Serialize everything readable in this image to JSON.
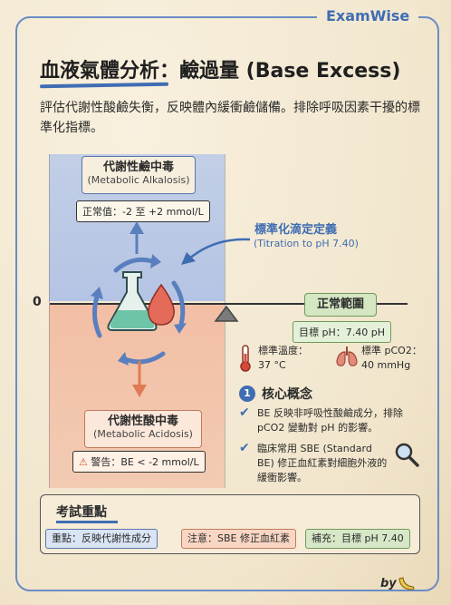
{
  "brand": "ExamWise",
  "title": "血液氣體分析：鹼過量 (Base Excess)",
  "intro": "評估代謝性酸鹼失衡，反映體內緩衝鹼儲備。排除呼吸因素干擾的標準化指標。",
  "axis_zero": "0",
  "alkalosis": {
    "title": "代謝性鹼中毒",
    "subtitle": "(Metabolic Alkalosis)",
    "normal_value": "正常值：-2 至 +2 mmol/L"
  },
  "titration": {
    "title": "標準化滴定定義",
    "subtitle": "(Titration to pH 7.40)"
  },
  "normal_range": {
    "label": "正常範圍",
    "target": "目標 pH：7.40 pH",
    "temp_label": "標準溫度：",
    "temp_value": "37 °C",
    "pco2_label": "標準 pCO2：",
    "pco2_value": "40 mmHg"
  },
  "core": {
    "number": "1",
    "title": "核心概念",
    "item1": "BE 反映非呼吸性酸鹼成分，排除 pCO2 變動對 pH 的影響。",
    "item2": "臨床常用 SBE (Standard BE) 修正血紅素對細胞外液的緩衝影響。"
  },
  "acidosis": {
    "title": "代謝性酸中毒",
    "subtitle": "(Metabolic Acidosis)",
    "warning": "警告：BE < -2 mmol/L"
  },
  "exam": {
    "title": "考試重點",
    "chip1": "重點：反映代謝性成分",
    "chip2": "注意：SBE 修正血紅素",
    "chip3": "補充：目標 pH 7.40"
  },
  "byline": "by",
  "colors": {
    "accent": "#3f6db2",
    "alkalosis_zone": "#a9bde6",
    "acidosis_zone": "#f1b79c",
    "normal_green": "#d4e6c2"
  },
  "icons": [
    "beaker-icon",
    "blood-drop-icon",
    "thermometer-icon",
    "lungs-icon",
    "warning-icon",
    "magnifier-icon",
    "check-icon",
    "banana-icon"
  ]
}
